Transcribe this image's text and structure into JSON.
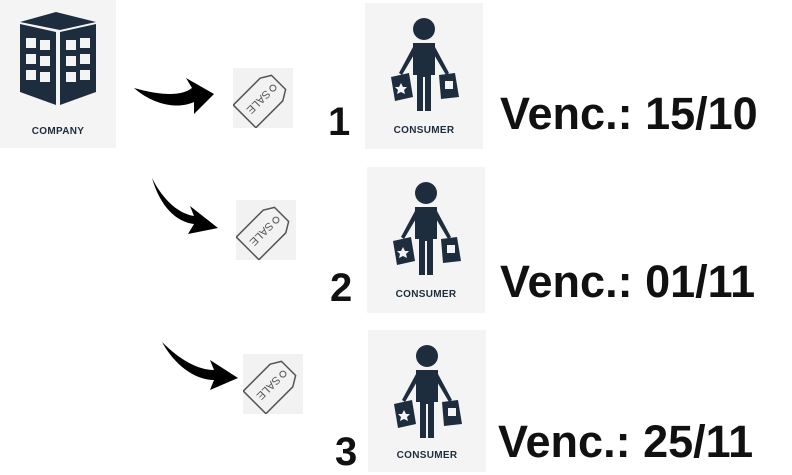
{
  "company": {
    "label": "COMPANY"
  },
  "tag_text": "SALE",
  "rows": [
    {
      "number": "1",
      "consumer_label": "CONSUMER",
      "due": "Venc.: 15/10"
    },
    {
      "number": "2",
      "consumer_label": "CONSUMER",
      "due": "Venc.: 01/11"
    },
    {
      "number": "3",
      "consumer_label": "CONSUMER",
      "due": "Venc.: 25/11"
    }
  ],
  "colors": {
    "icon": "#1e2d3d",
    "text": "#111111"
  }
}
